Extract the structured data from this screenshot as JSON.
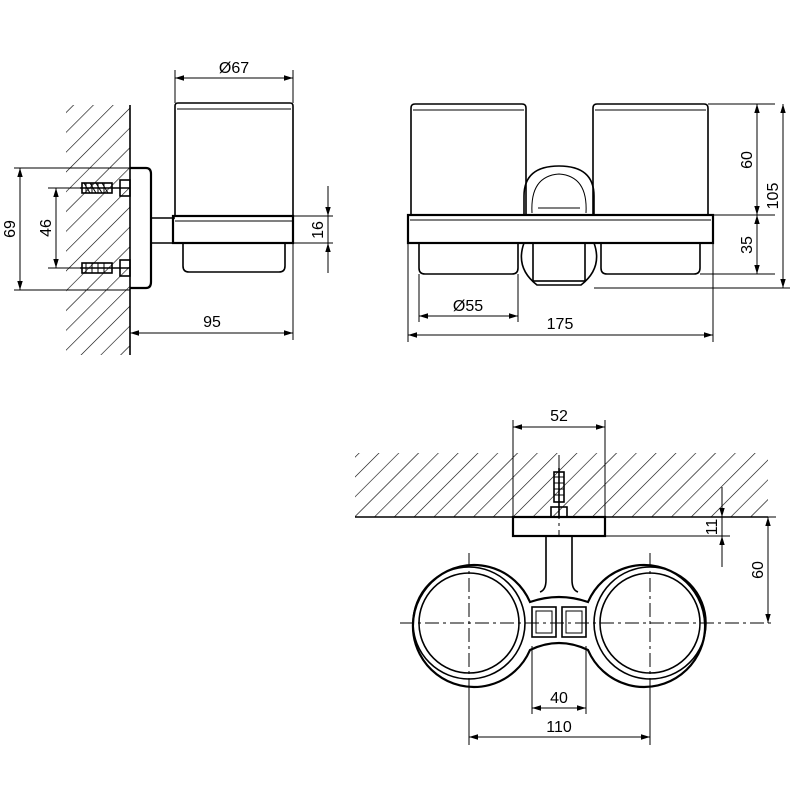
{
  "dimensions": {
    "cup_diameter": "Ø67",
    "insert_diameter": "Ø55",
    "side_overall_height": "69",
    "side_screw_spacing": "46",
    "side_bracket_height": "16",
    "side_projection": "95",
    "front_cup_height": "60",
    "front_overall_height": "105",
    "front_lower_height": "35",
    "front_overall_width": "175",
    "top_plate_width": "52",
    "top_plate_thickness": "11",
    "top_projection": "60",
    "top_center_gap": "40",
    "top_center_distance": "110"
  }
}
